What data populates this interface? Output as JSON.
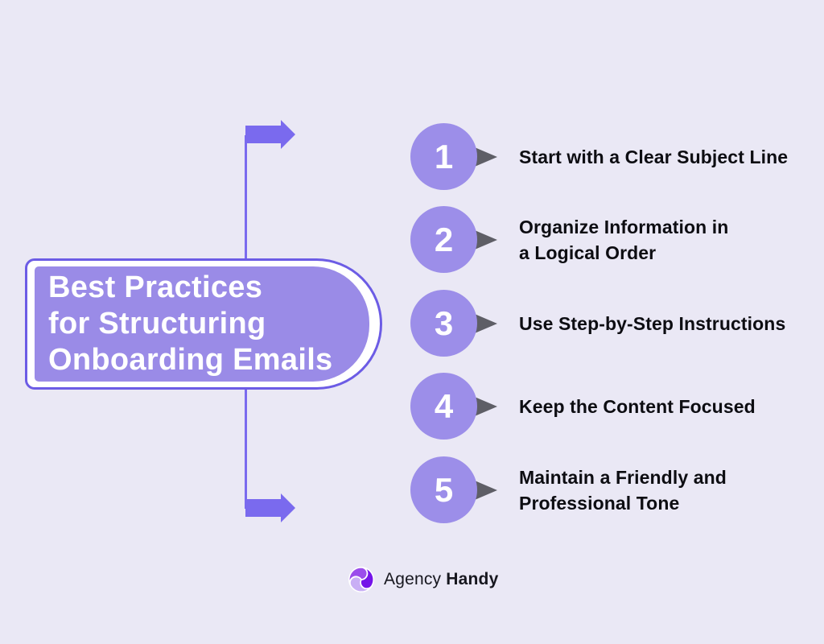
{
  "page": {
    "type": "infographic",
    "background_color": "#EAE8F5"
  },
  "title_box": {
    "text": "Best Practices\nfor Structuring\nOnboarding Emails",
    "fill_color": "#9A8BE7",
    "border_color": "#6C5CE5",
    "text_color": "#FFFFFF"
  },
  "flow": {
    "arrow_color": "#7A6AEE",
    "top_arrow": "right-block-arrow",
    "bottom_arrow": "right-block-arrow"
  },
  "steps": [
    {
      "number": "1",
      "text": "Start with a Clear Subject Line"
    },
    {
      "number": "2",
      "text": "Organize Information in\na Logical Order"
    },
    {
      "number": "3",
      "text": "Use Step-by-Step Instructions"
    },
    {
      "number": "4",
      "text": "Keep the Content Focused"
    },
    {
      "number": "5",
      "text": "Maintain a Friendly and\nProfessional Tone"
    }
  ],
  "steps_style": {
    "circle_color": "#9C8EE9",
    "number_color": "#FFFFFF",
    "pointer_color": "#5E5E66",
    "text_color": "#0D0D12"
  },
  "footer": {
    "brand_regular": "Agency ",
    "brand_bold": "Handy",
    "logo_colors": {
      "dark": "#7514E9",
      "mid": "#9B4DEB",
      "light": "#C9AFF5"
    }
  }
}
